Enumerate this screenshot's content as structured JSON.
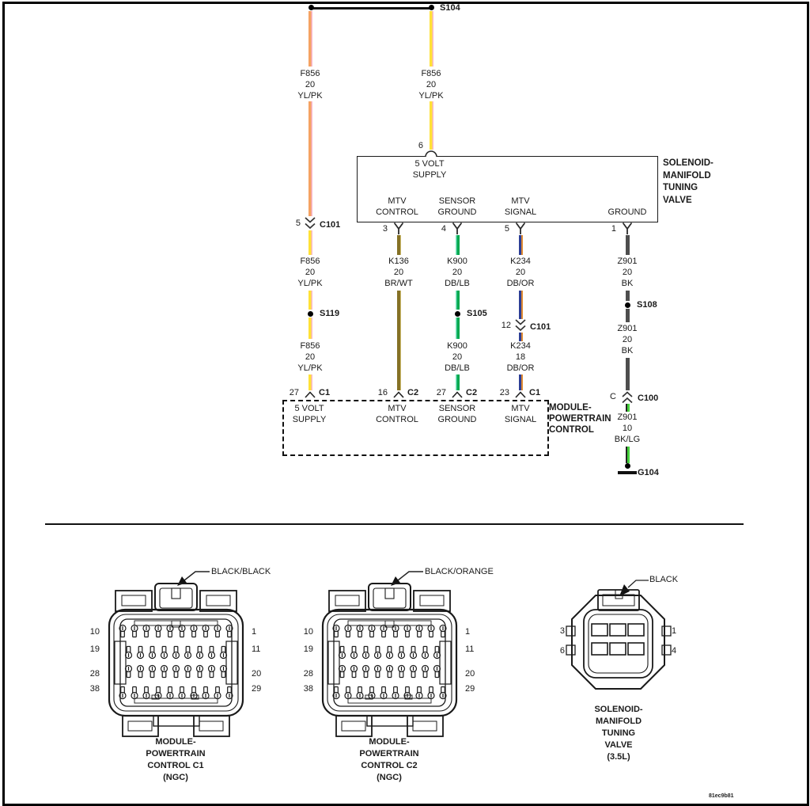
{
  "page": {
    "diagram_id": "81ec9b81"
  },
  "colors": {
    "wire_orange": "#F5A263",
    "wire_pink": "#F8B7CF",
    "wire_yellow": "#FFE137",
    "wire_brown": "#857125",
    "wire_green": "#00A84F",
    "wire_lightblue": "#7BE3C0",
    "wire_darkblue": "#2C3E96",
    "wire_stripe_orange": "#DE8A33",
    "wire_black": "#4E4E4E",
    "wire_lightgreen": "#46D23C"
  },
  "top": {
    "s104": "S104",
    "labels": {
      "ltop": "F856\n20\nYL/PK",
      "rtop": "F856\n20\nYL/PK",
      "lmid": "F856\n20\nYL/PK",
      "lbot": "F856\n20\nYL/PK",
      "k136": "K136\n20\nBR/WT",
      "k900a": "K900\n20\nDB/LB",
      "k900b": "K900\n20\nDB/LB",
      "k234a": "K234\n20\nDB/OR",
      "k234b": "K234\n18\nDB/OR",
      "z901a": "Z901\n20\nBK",
      "z901b": "Z901\n20\nBK",
      "z901c": "Z901\n10\nBK/LG"
    },
    "inline": {
      "c101a": {
        "pin": "5",
        "name": "C101"
      },
      "c101b": {
        "pin": "12",
        "name": "C101"
      },
      "c100": {
        "pin": "C",
        "name": "C100"
      },
      "s119": "S119",
      "s105": "S105",
      "s108": "S108",
      "g104": "G104"
    },
    "solenoid_box": {
      "pin6": "6",
      "inner_top": "5 VOLT\nSUPPLY",
      "pins": [
        {
          "n": "3",
          "label": "MTV\nCONTROL"
        },
        {
          "n": "4",
          "label": "SENSOR\nGROUND"
        },
        {
          "n": "5",
          "label": "MTV\nSIGNAL"
        },
        {
          "n": "1",
          "label": "GROUND"
        }
      ],
      "title": "SOLENOID-\nMANIFOLD\nTUNING\nVALVE"
    },
    "module_box": {
      "pins": [
        {
          "n": "27",
          "conn": "C1",
          "label": "5 VOLT\nSUPPLY"
        },
        {
          "n": "16",
          "conn": "C2",
          "label": "MTV\nCONTROL"
        },
        {
          "n": "27",
          "conn": "C2",
          "label": "SENSOR\nGROUND"
        },
        {
          "n": "23",
          "conn": "C1",
          "label": "MTV\nSIGNAL"
        }
      ],
      "title": "MODULE-\nPOWERTRAIN\nCONTROL"
    }
  },
  "bottom": {
    "connector_c1": {
      "wire_label": "BLACK/BLACK",
      "left_pins": [
        "10",
        "19",
        "28",
        "38"
      ],
      "right_pins": [
        "1",
        "11",
        "20",
        "29"
      ],
      "caption": "MODULE-\nPOWERTRAIN\nCONTROL C1\n(NGC)"
    },
    "connector_c2": {
      "wire_label": "BLACK/ORANGE",
      "left_pins": [
        "10",
        "19",
        "28",
        "38"
      ],
      "right_pins": [
        "1",
        "11",
        "20",
        "29"
      ],
      "caption": "MODULE-\nPOWERTRAIN\nCONTROL C2\n(NGC)"
    },
    "connector_valve": {
      "wire_label": "BLACK",
      "left_pins": [
        "3",
        "6"
      ],
      "right_pins": [
        "1",
        "4"
      ],
      "caption": "SOLENOID-\nMANIFOLD\nTUNING\nVALVE\n(3.5L)"
    }
  }
}
